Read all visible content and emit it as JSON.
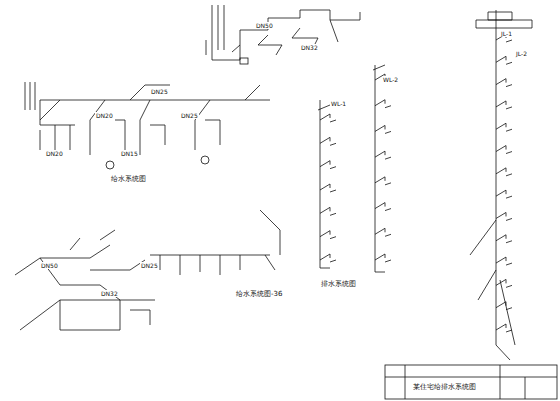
{
  "diagram": {
    "caption": "给水系统图-36",
    "labels": [
      "JL-1",
      "DN50",
      "DN32",
      "DN25",
      "DN20",
      "DN25",
      "DN20",
      "DN15",
      "给水系统图",
      "DN50",
      "DN32",
      "DN25",
      "排水系统图",
      "WL-1",
      "WL-2",
      "JL-2",
      "某住宅给排水系统图"
    ]
  }
}
